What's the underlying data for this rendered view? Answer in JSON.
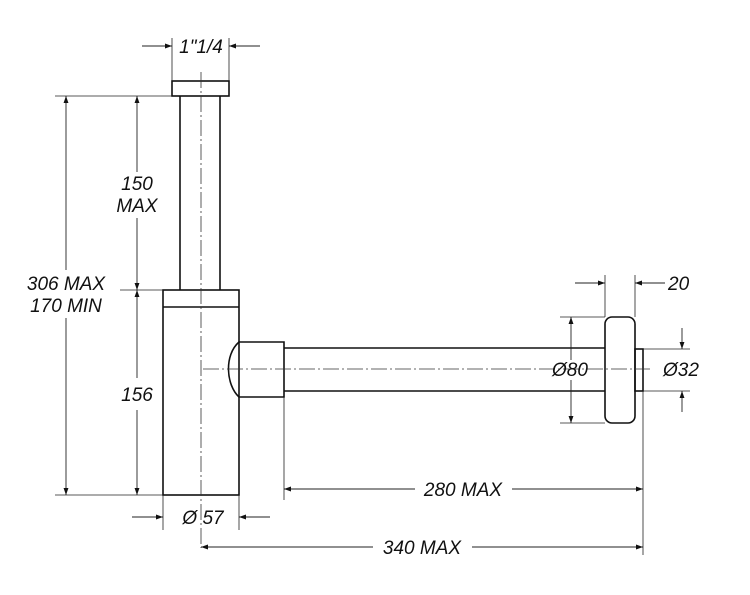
{
  "colors": {
    "line": "#111111",
    "background": "#ffffff"
  },
  "labels": {
    "inlet_diameter": "1\"1/4",
    "tube_length_line1": "150",
    "tube_length_line2": "MAX",
    "total_height_line1": "306 MAX",
    "total_height_line2": "170 MIN",
    "body_height": "156",
    "body_diameter": "Ø 57",
    "flange_thickness": "20",
    "flange_diameter": "Ø80",
    "outlet_diameter": "Ø32",
    "pipe_length": "280 MAX",
    "overall_length": "340 MAX"
  }
}
